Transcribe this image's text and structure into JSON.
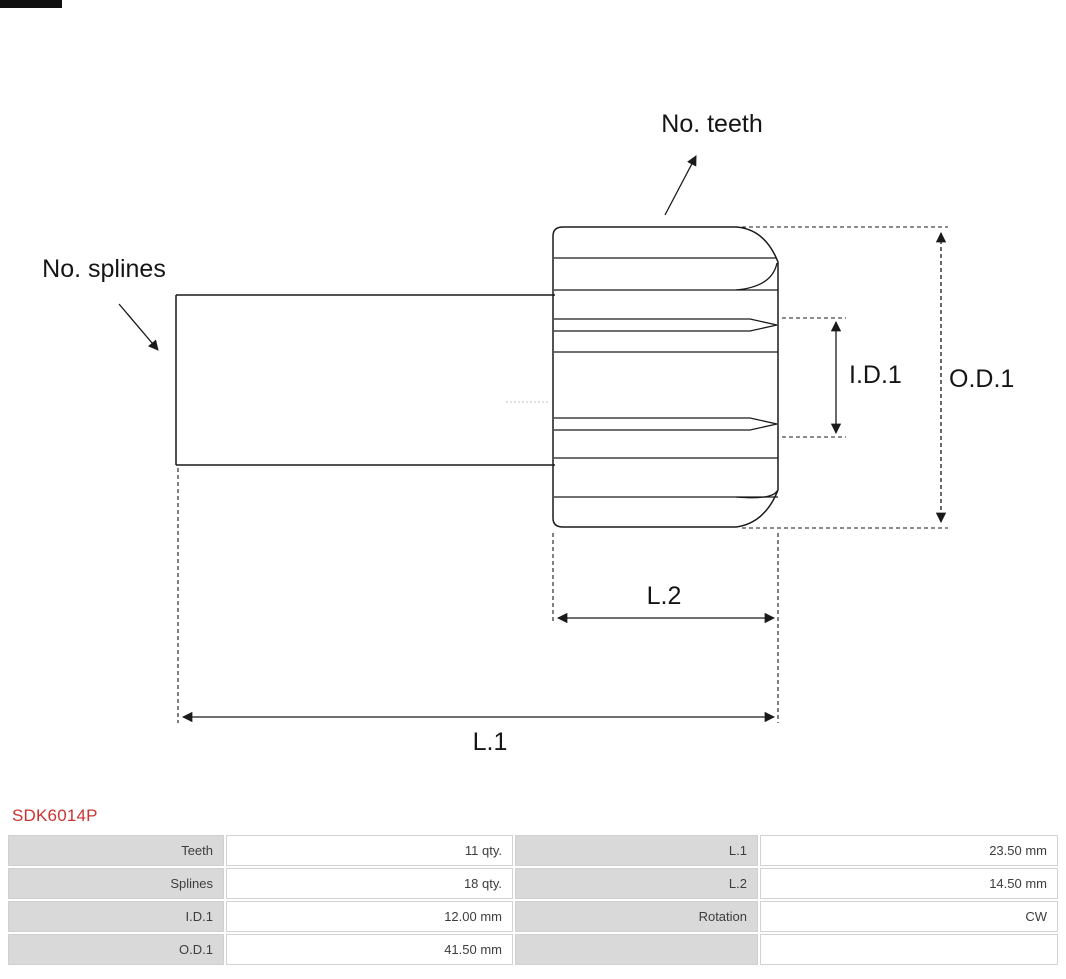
{
  "diagram": {
    "labels": {
      "no_teeth": "No. teeth",
      "no_splines": "No. splines",
      "id1": "I.D.1",
      "od1": "O.D.1",
      "l2": "L.2",
      "l1": "L.1"
    }
  },
  "part_number": "SDK6014P",
  "table": {
    "rows": [
      [
        "Teeth",
        "11 qty.",
        "L.1",
        "23.50 mm"
      ],
      [
        "Splines",
        "18 qty.",
        "L.2",
        "14.50 mm"
      ],
      [
        "I.D.1",
        "12.00 mm",
        "Rotation",
        "CW"
      ],
      [
        "O.D.1",
        "41.50 mm",
        "",
        ""
      ]
    ]
  },
  "colors": {
    "accent_red": "#cc3333",
    "table_label_bg": "#d9d9d9",
    "table_border": "#d2d2d2",
    "line_color": "#1a1a1a"
  }
}
